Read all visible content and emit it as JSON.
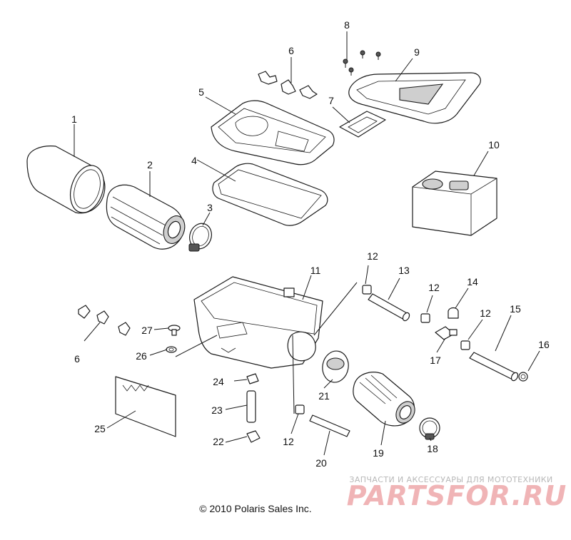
{
  "callouts": {
    "c1": "1",
    "c2": "2",
    "c3": "3",
    "c4": "4",
    "c5": "5",
    "c6a": "6",
    "c6b": "6",
    "c7": "7",
    "c8": "8",
    "c9": "9",
    "c10": "10",
    "c11": "11",
    "c12a": "12",
    "c12b": "12",
    "c12c": "12",
    "c12d": "12",
    "c13": "13",
    "c14": "14",
    "c15": "15",
    "c16": "16",
    "c17": "17",
    "c18": "18",
    "c19": "19",
    "c20": "20",
    "c21": "21",
    "c22": "22",
    "c23": "23",
    "c24": "24",
    "c25": "25",
    "c26": "26",
    "c27": "27"
  },
  "footer": {
    "copyright": "© 2010 Polaris Sales Inc."
  },
  "watermark": {
    "tagline": "ЗАПЧАСТИ И АКСЕССУАРЫ ДЛЯ МОТОТЕХНИКИ",
    "brand": "PARTSFOR.RU"
  }
}
